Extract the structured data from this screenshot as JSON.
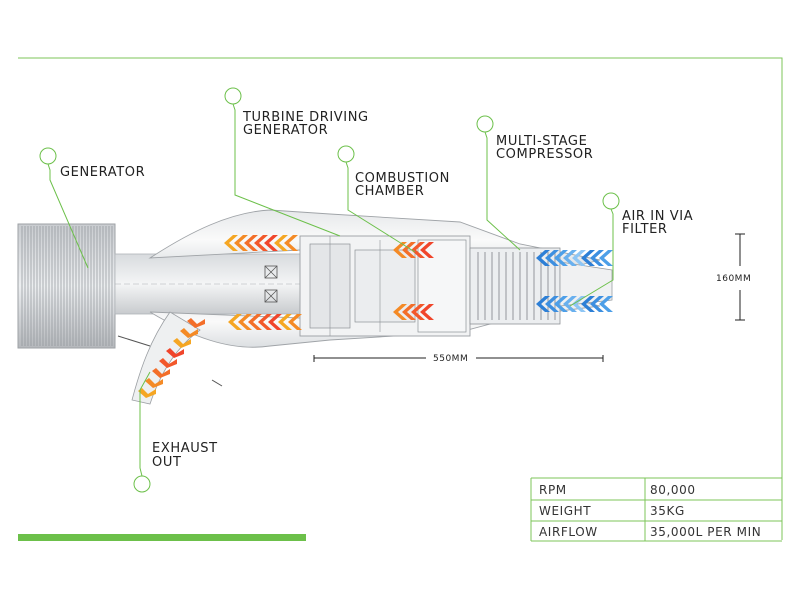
{
  "labels": {
    "generator": "GENERATOR",
    "turbine_line1": "TURBINE DRIVING",
    "turbine_line2": "GENERATOR",
    "combustion_line1": "COMBUSTION",
    "combustion_line2": "CHAMBER",
    "compressor_line1": "MULTI-STAGE",
    "compressor_line2": "COMPRESSOR",
    "air_line1": "AIR IN VIA",
    "air_line2": "FILTER",
    "exhaust_line1": "EXHAUST",
    "exhaust_line2": "OUT"
  },
  "dimensions": {
    "height": "160MM",
    "length": "550MM"
  },
  "specs": [
    {
      "name": "RPM",
      "value": "80,000"
    },
    {
      "name": "WEIGHT",
      "value": "35KG"
    },
    {
      "name": "AIRFLOW",
      "value": "35,000L PER MIN"
    }
  ],
  "colors": {
    "accent_green": "#6cc04a",
    "hot_orange": "#f2582b",
    "hot_yellow": "#f5a623",
    "cool_blue": "#2d7fd6"
  }
}
